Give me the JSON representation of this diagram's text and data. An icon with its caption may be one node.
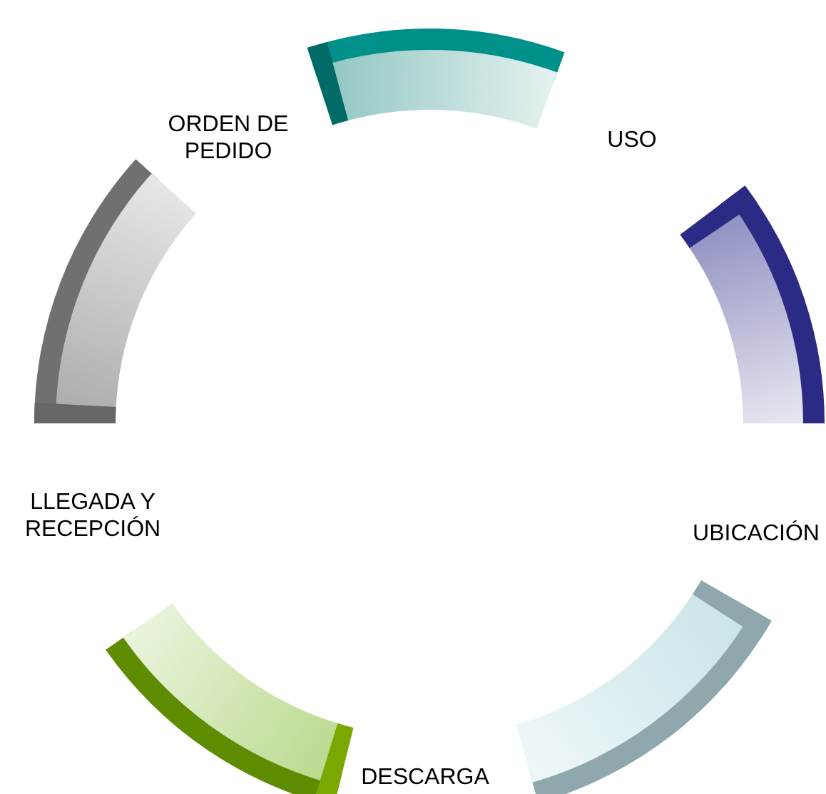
{
  "diagram": {
    "nodes": [
      {
        "text": [],
        "shape": "arc"
      },
      {
        "text": [],
        "shape": "arc"
      },
      {
        "text": [],
        "shape": "arc"
      },
      {
        "text": [],
        "shape": "arc"
      },
      {
        "text": [],
        "shape": "arc"
      }
    ],
    "labels": [
      "ORDEN DE PEDIDO",
      "USO",
      "UBICACIÓN",
      "LLEGADA Y RECEPCIÓN",
      "DESCARGA"
    ]
  }
}
